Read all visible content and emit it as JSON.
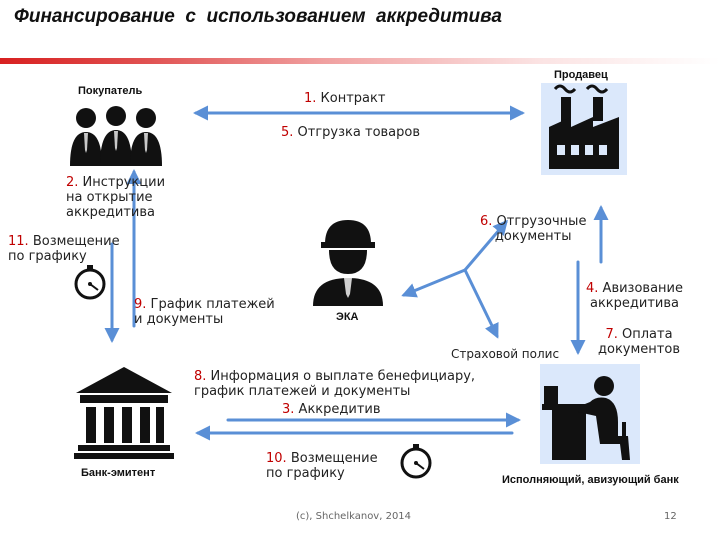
{
  "title": "Финансирование  с  использованием  аккредитива",
  "colors": {
    "arrow": "#5a8fd6",
    "number": "#c00000",
    "title_bar": "#d82020"
  },
  "actors": {
    "buyer": {
      "label": "Покупатель",
      "icon": "people-group-icon"
    },
    "seller": {
      "label": "Продавец",
      "icon": "factory-icon"
    },
    "eca": {
      "label": "ЭКА",
      "icon": "worker-helmet-icon"
    },
    "issuing_bank": {
      "label": "Банк-эмитент",
      "icon": "bank-building-icon"
    },
    "executing_bank": {
      "label": "Исполняющий, авизующий банк",
      "icon": "person-at-computer-icon"
    }
  },
  "steps": [
    {
      "num": "1.",
      "text": "Контракт"
    },
    {
      "num": "5.",
      "text": "Отгрузка товаров"
    },
    {
      "num": "2.",
      "lines": [
        "Инструкции",
        "на открытие",
        "аккредитива"
      ]
    },
    {
      "num": "11.",
      "lines": [
        "Возмещение",
        "по графику"
      ]
    },
    {
      "num": "6.",
      "lines": [
        "Отгрузочные",
        "документы"
      ]
    },
    {
      "num": "9.",
      "lines": [
        "График платежей",
        "и документы"
      ]
    },
    {
      "num": "4.",
      "lines": [
        "Авизование",
        "аккредитива"
      ]
    },
    {
      "num": "7.",
      "lines": [
        "Оплата",
        "документов"
      ]
    },
    {
      "num": "8.",
      "lines": [
        "Информация о выплате бенефициару,",
        "график платежей и документы"
      ]
    },
    {
      "num": "3.",
      "text": "Аккредитив"
    },
    {
      "num": "10.",
      "lines": [
        "Возмещение",
        "по графику"
      ]
    }
  ],
  "insurance_label": "Страховой полис",
  "footer": {
    "copyright": "(c), Shchelkanov, 2014",
    "page": "12"
  }
}
